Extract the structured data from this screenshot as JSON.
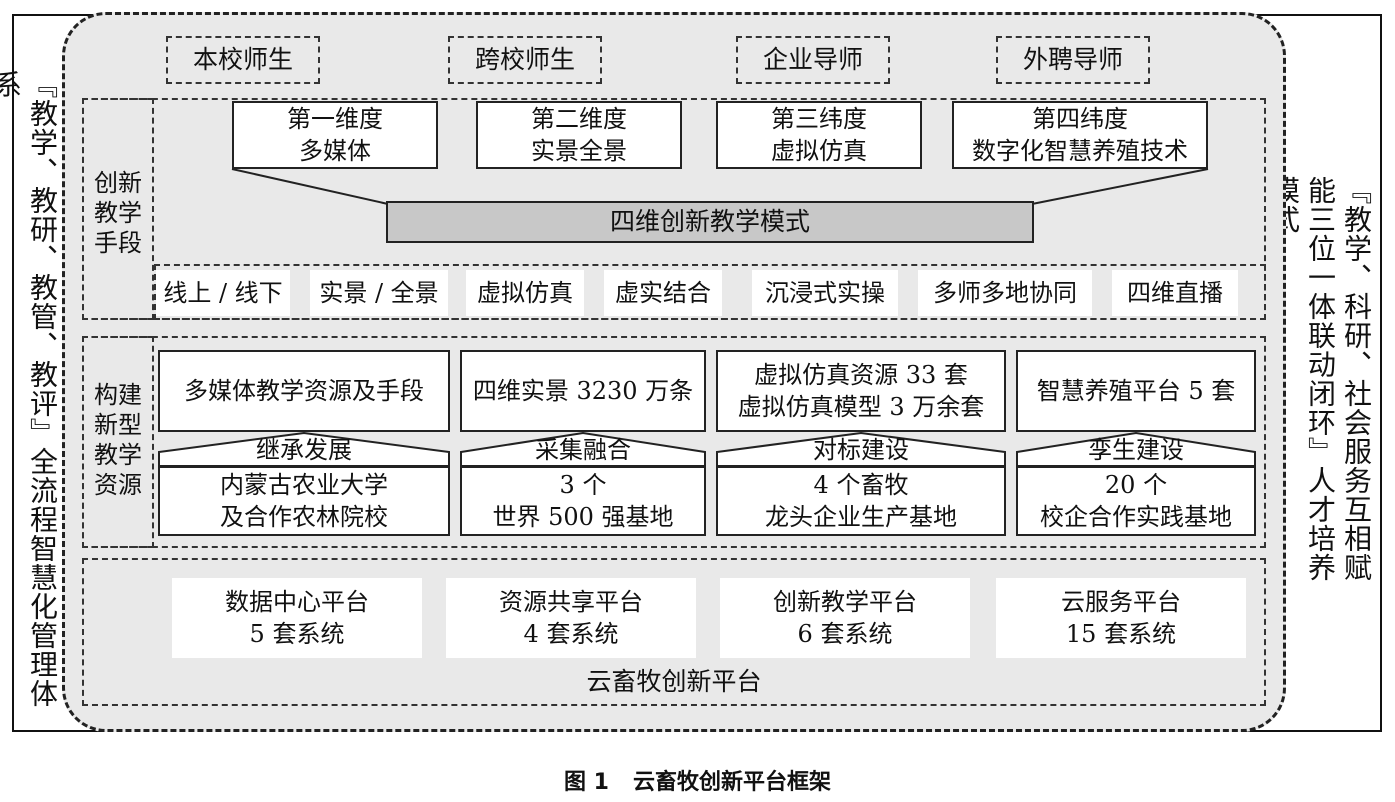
{
  "left_side_text": "『教学、教研、教管、教评』全流程智慧化管理体系",
  "right_side_text": "『教学、科研、社会服务互相赋能三位一体联动闭环』人才培养模式",
  "top_participants": [
    "本校师生",
    "跨校师生",
    "企业导师",
    "外聘导师"
  ],
  "section1": {
    "label": [
      "创新",
      "教学",
      "手段"
    ],
    "dimensions": [
      {
        "line1": "第一维度",
        "line2": "多媒体"
      },
      {
        "line1": "第二维度",
        "line2": "实景全景"
      },
      {
        "line1": "第三纬度",
        "line2": "虚拟仿真"
      },
      {
        "line1": "第四纬度",
        "line2": "数字化智慧养殖技术"
      }
    ],
    "model": "四维创新教学模式",
    "methods": [
      "线上 / 线下",
      "实景 / 全景",
      "虚拟仿真",
      "虚实结合",
      "沉浸式实操",
      "多师多地协同",
      "四维直播"
    ]
  },
  "section2": {
    "label": [
      "构建",
      "新型",
      "教学",
      "资源"
    ],
    "columns": [
      {
        "resource": [
          "多媒体教学资源及手段"
        ],
        "action": "继承发展",
        "base": [
          "内蒙古农业大学",
          "及合作农林院校"
        ]
      },
      {
        "resource": [
          "四维实景 3230 万条"
        ],
        "action": "采集融合",
        "base": [
          "3 个",
          "世界 500 强基地"
        ]
      },
      {
        "resource": [
          "虚拟仿真资源 33 套",
          "虚拟仿真模型 3 万余套"
        ],
        "action": "对标建设",
        "base": [
          "4 个畜牧",
          "龙头企业生产基地"
        ]
      },
      {
        "resource": [
          "智慧养殖平台 5 套"
        ],
        "action": "孪生建设",
        "base": [
          "20 个",
          "校企合作实践基地"
        ]
      }
    ]
  },
  "section3": {
    "platforms": [
      {
        "name": "数据中心平台",
        "systems": "5 套系统"
      },
      {
        "name": "资源共享平台",
        "systems": "4 套系统"
      },
      {
        "name": "创新教学平台",
        "systems": "6 套系统"
      },
      {
        "name": "云服务平台",
        "systems": "15 套系统"
      }
    ],
    "title": "云畜牧创新平台"
  },
  "caption": {
    "fig": "图 1",
    "title": "云畜牧创新平台框架"
  }
}
